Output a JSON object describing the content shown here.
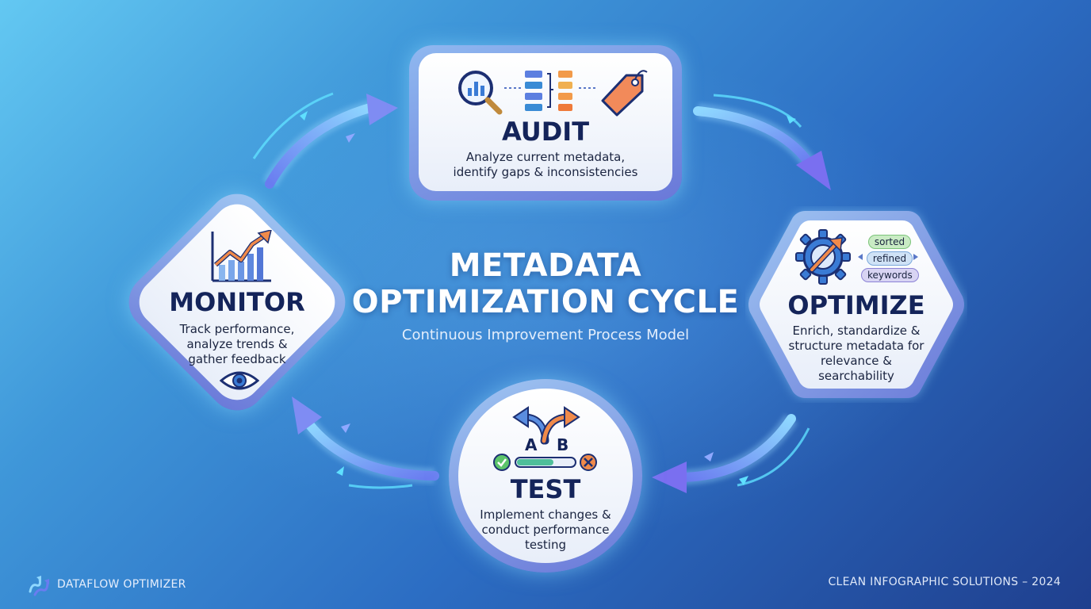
{
  "diagram": {
    "title_line1": "METADATA",
    "title_line2": "OPTIMIZATION CYCLE",
    "subtitle": "Continuous Improvement Process Model"
  },
  "steps": {
    "audit": {
      "title": "AUDIT",
      "desc_line1": "Analyze current metadata,",
      "desc_line2": "identify gaps & inconsistencies"
    },
    "optimize": {
      "title": "OPTIMIZE",
      "desc_line1": "Enrich, standardize &",
      "desc_line2": "structure metadata for",
      "desc_line3": "relevance &",
      "desc_line4": "searchability",
      "tags": [
        "sorted",
        "refined",
        "keywords"
      ]
    },
    "test": {
      "title": "TEST",
      "desc_line1": "Implement changes &",
      "desc_line2": "conduct performance",
      "desc_line3": "testing",
      "variant_a": "A",
      "variant_b": "B"
    },
    "monitor": {
      "title": "MONITOR",
      "desc_line1": "Track performance,",
      "desc_line2": "analyze trends &",
      "desc_line3": "gather feedback"
    }
  },
  "footer": {
    "brand": "DATAFLOW OPTIMIZER",
    "credit": "CLEAN INFOGRAPHIC SOLUTIONS – 2024"
  },
  "icons": {
    "audit": [
      "magnifier-chart-icon",
      "flowchart-icon",
      "tag-icon"
    ],
    "optimize": [
      "gear-arrow-icon",
      "tag-list-icon"
    ],
    "test": [
      "ab-split-arrows-icon",
      "check-icon",
      "progress-bar-icon",
      "cross-icon"
    ],
    "monitor": [
      "growth-chart-icon",
      "eye-icon"
    ],
    "footer": [
      "brand-logo-icon"
    ]
  },
  "colors": {
    "accent_blue": "#3f97d9",
    "deep_blue": "#1f3f8e",
    "title_navy": "#14245a",
    "arrow_violet": "#7a6ff0",
    "arrow_cyan": "#5fe0ff"
  }
}
